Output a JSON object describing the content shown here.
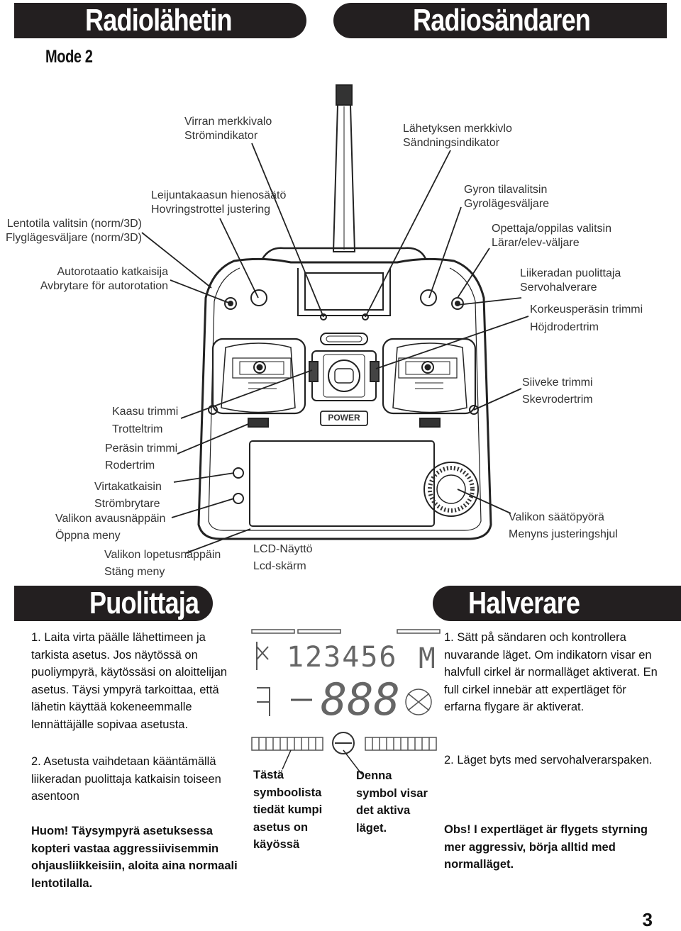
{
  "header": {
    "title_fi": "Radiolähetin",
    "title_sv": "Radiosändaren",
    "mode": "Mode 2"
  },
  "diagram": {
    "labels": {
      "power_led": [
        "Virran merkkivalo",
        "Strömindikator"
      ],
      "tx_led": [
        "Lähetyksen merkkivlo",
        "Sändningsindikator"
      ],
      "hover_throttle": [
        "Leijuntakaasun hienosäätö",
        "Hovringstrottel justering"
      ],
      "gyro": [
        "Gyron tilavalitsin",
        "Gyrolägesväljare"
      ],
      "flight_mode": [
        "Lentotila valitsin (norm/3D)",
        "Flyglägesväljare (norm/3D)"
      ],
      "trainer": [
        "Opettaja/oppilas valitsin",
        "Lärar/elev-väljare"
      ],
      "autorotation": [
        "Autorotaatio katkaisija",
        "Avbrytare för autorotation"
      ],
      "servo_reverse": [
        "Liikeradan puolittaja",
        "Servohalverare"
      ],
      "elevator_trim": [
        "Korkeusperäsin trimmi",
        "Höjdrodertrim"
      ],
      "throttle_trim": [
        "Kaasu trimmi",
        "Trotteltrim"
      ],
      "aileron_trim": [
        "Siiveke trimmi",
        "Skevrodertrim"
      ],
      "rudder_trim": [
        "Peräsin trimmi",
        "Rodertrim"
      ],
      "power_switch": [
        "Virtakatkaisin",
        "Strömbrytare"
      ],
      "menu_open": [
        "Valikon avausnäppäin",
        "Öppna meny"
      ],
      "menu_close": [
        "Valikon lopetusnäppäin",
        "Stäng meny"
      ],
      "lcd": [
        "LCD-Näyttö",
        "Lcd-skärm"
      ],
      "wheel": [
        "Valikon säätöpyörä",
        "Menyns justeringshjul"
      ]
    },
    "power_button": "POWER"
  },
  "section": {
    "title_fi": "Puolittaja",
    "title_sv": "Halverare"
  },
  "fi_text": {
    "p1": "1. Laita virta päälle lähettimeen ja tarkista asetus. Jos näytössä on puoliympyrä, käytössäsi on aloittelijan asetus. Täysi ympyrä tarkoittaa, että lähetin käyttää kokeneemmalle lennättäjälle sopivaa asetusta.",
    "p2": "2. Asetusta vaihdetaan kääntämällä liikeradan puolittaja katkaisin toiseen asentoon",
    "note": "Huom! Täysympyrä asetuksessa kopteri vastaa aggressiivisemmin ohjausliikkeisiin, aloita aina normaali lentotilalla."
  },
  "sv_text": {
    "p1": "1. Sätt på sändaren och kontrollera nuvarande läget. Om indikatorn visar en halvfull cirkel är normalläget aktiverat. En full cirkel innebär att expertläget för erfarna flygare är aktiverat.",
    "p2": "2. Läget byts med servohalverarspaken.",
    "note": "Obs! I expertläget är flygets styrning mer aggressiv, börja alltid med normalläget."
  },
  "lcd": {
    "digits": "123456",
    "segment": "888",
    "partial_letter": "M",
    "caption_fi": "Tästä symboolista tiedät kumpi asetus on käyössä",
    "caption_sv": "Denna symbol visar det aktiva läget."
  },
  "page_number": "3"
}
